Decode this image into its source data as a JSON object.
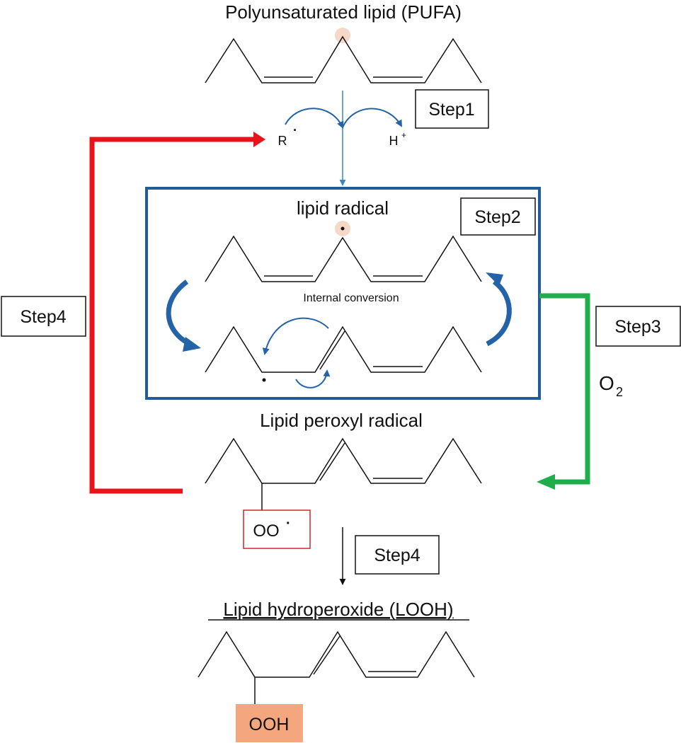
{
  "titles": {
    "pufa": "Polyunsaturated lipid (PUFA)",
    "lipid_radical": "lipid radical",
    "peroxyl": "Lipid peroxyl radical",
    "looh": "Lipid hydroperoxide (LOOH)"
  },
  "steps": {
    "step1": "Step1",
    "step2": "Step2",
    "step3": "Step3",
    "step4_left": "Step4",
    "step4_bottom": "Step4"
  },
  "labels": {
    "r_radical": "R",
    "h_plus": "H",
    "h_plus_sup": "+",
    "internal_conversion": "Internal conversion",
    "o2_main": "O",
    "o2_sub": "2",
    "oo_radical": "OO",
    "ooh": "OOH",
    "radical_dot": "·"
  },
  "colors": {
    "red_arrow": "#e8141a",
    "green_arrow": "#1fae4b",
    "box_blue": "#1f5c99",
    "curved_arrow_blue": "#2563a8",
    "thin_arrow_blue": "#3a86c8",
    "highlight": "#f6d8c6",
    "ooh_fill": "#f4a77e",
    "oo_box": "#cc2a2a"
  }
}
